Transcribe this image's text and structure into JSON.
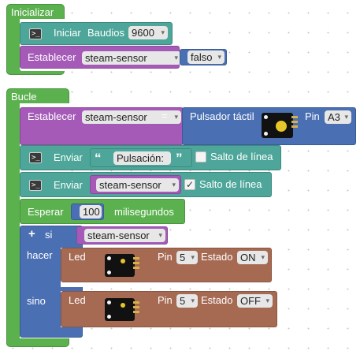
{
  "init": {
    "title": "Inicializar",
    "serial": {
      "label": "Iniciar",
      "baud_label": "Baudios",
      "baud_value": "9600",
      "dropdown_arrow": "▾"
    },
    "set_var": {
      "label": "Establecer",
      "var": "steam-sensor",
      "equals": "=",
      "value": "falso"
    }
  },
  "loop": {
    "title": "Bucle",
    "set_sensor": {
      "label": "Establecer",
      "var": "steam-sensor",
      "equals": "=",
      "sensor_label": "Pulsador táctil",
      "pin_label": "Pin",
      "pin_value": "A3"
    },
    "send_text": {
      "label": "Enviar",
      "open_quote": "“",
      "text": "Pulsación:",
      "close_quote": "”",
      "newline_label": "Salto de línea",
      "newline_checked": false
    },
    "send_var": {
      "label": "Enviar",
      "var": "steam-sensor",
      "newline_label": "Salto de línea",
      "newline_checked": true,
      "check_mark": "✓"
    },
    "wait": {
      "label": "Esperar",
      "value": "100",
      "unit": "milisegundos"
    },
    "if_block": {
      "if_label": "si",
      "plus": "+",
      "condition_var": "steam-sensor",
      "do_label": "hacer",
      "else_label": "sino",
      "led_on": {
        "label": "Led",
        "pin_label": "Pin",
        "pin_value": "5",
        "state_label": "Estado",
        "state_value": "ON"
      },
      "led_off": {
        "label": "Led",
        "pin_label": "Pin",
        "pin_value": "5",
        "state_label": "Estado",
        "state_value": "OFF"
      }
    }
  },
  "terminal_glyph": ">_"
}
